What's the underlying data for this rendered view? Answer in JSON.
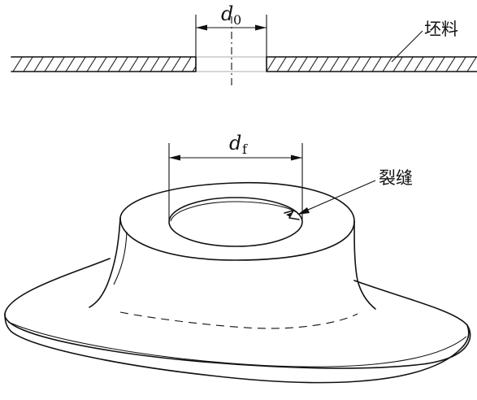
{
  "top_view": {
    "diameter_symbol": "d",
    "diameter_subscript": "0",
    "material_label": "坯料"
  },
  "bottom_view": {
    "diameter_symbol": "d",
    "diameter_subscript": "f",
    "crack_label": "裂缝"
  }
}
